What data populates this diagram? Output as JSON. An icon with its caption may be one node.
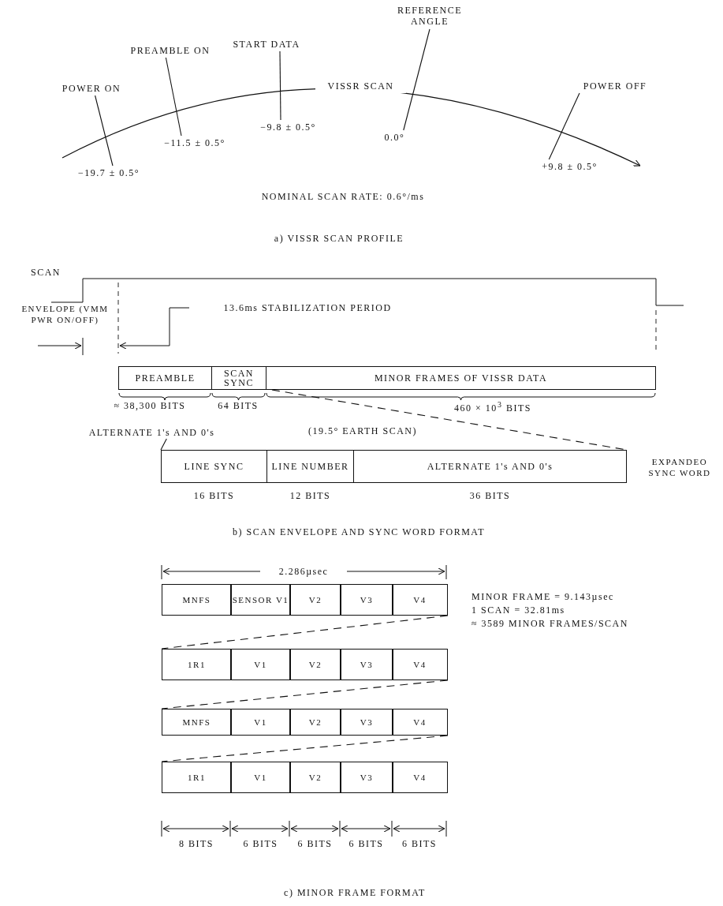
{
  "diagram": {
    "nodes": [
      {
        "text": [
          "POWER ON"
        ]
      },
      {
        "text": [
          "PREAMBLE ON"
        ]
      },
      {
        "text": [
          "START DATA"
        ]
      },
      {
        "text": [
          "REFERENCE ANGLE"
        ]
      },
      {
        "text": [
          "POWER OFF"
        ]
      },
      {
        "text": [
          "−19.7 ± 0.5°"
        ]
      },
      {
        "text": [
          "−11.5 ± 0.5°"
        ]
      },
      {
        "text": [
          "−9.8 ± 0.5°"
        ]
      },
      {
        "text": [
          "0.0°"
        ]
      },
      {
        "text": [
          "+9.8 ± 0.5°"
        ]
      },
      {
        "text": [
          "PREAMBLE"
        ],
        "beside": [
          "≈ 38,300 BITS"
        ]
      },
      {
        "text": [
          "SCAN SYNC"
        ],
        "beside": [
          "64 BITS"
        ]
      },
      {
        "text": [
          "MINOR FRAMES OF VISSR DATA"
        ],
        "beside": [
          "460 × 10$^{3}$ BITS"
        ]
      },
      {
        "text": [
          "ALTERNATE 1's AND 0's"
        ]
      },
      {
        "text": [
          "LINE SYNC"
        ],
        "beside": [
          "16 BITS"
        ]
      },
      {
        "text": [
          "LINE NUMBER"
        ],
        "beside": [
          "12 BITS"
        ]
      },
      {
        "text": [
          "ALTERNATE 1's AND 0's"
        ],
        "beside": [
          "36 BITS"
        ]
      },
      {
        "text": [
          "MNFS"
        ]
      },
      {
        "text": [
          "SENSOR V1"
        ]
      },
      {
        "text": [
          "V2"
        ]
      },
      {
        "text": [
          "V3"
        ]
      },
      {
        "text": [
          "V4"
        ]
      },
      {
        "text": [
          "1R1"
        ]
      },
      {
        "text": [
          "V1"
        ]
      },
      {
        "text": [
          "V2"
        ]
      },
      {
        "text": [
          "V3"
        ]
      },
      {
        "text": [
          "V4"
        ]
      },
      {
        "text": [
          "MNFS"
        ]
      },
      {
        "text": [
          "V1"
        ]
      },
      {
        "text": [
          "V2"
        ]
      },
      {
        "text": [
          "V3"
        ]
      },
      {
        "text": [
          "V4"
        ]
      },
      {
        "text": [
          "1R1"
        ]
      },
      {
        "text": [
          "V1"
        ]
      },
      {
        "text": [
          "V2"
        ]
      },
      {
        "text": [
          "V3"
        ]
      },
      {
        "text": [
          "V4"
        ]
      }
    ],
    "edges": [
      {
        "from": 0,
        "to": 5,
        "arrow": "none"
      },
      {
        "from": 1,
        "to": 6,
        "arrow": "none"
      },
      {
        "from": 2,
        "to": 7,
        "arrow": "none"
      },
      {
        "from": 3,
        "to": 8,
        "arrow": "none"
      },
      {
        "from": 4,
        "to": 9,
        "arrow": "none"
      },
      {
        "from": 12,
        "to": 16,
        "arrow": "none",
        "style": "dashed"
      },
      {
        "from": 13,
        "to": 14,
        "arrow": "none"
      },
      {
        "from": 21,
        "to": 22,
        "arrow": "none",
        "style": "dashed"
      },
      {
        "from": 26,
        "to": 27,
        "arrow": "none",
        "style": "dashed"
      },
      {
        "from": 31,
        "to": 32,
        "arrow": "none",
        "style": "dashed"
      }
    ],
    "labels": [
      "VISSR SCAN",
      "NOMINAL SCAN RATE: 0.6°/ms",
      "a) VISSR SCAN PROFILE",
      "SCAN",
      "ENVELOPE (VMM PWR ON/OFF)",
      "13.6ms STABILIZATION PERIOD",
      "(19.5° EARTH SCAN)",
      "EXPANDEO SYNC WORD",
      "b) SCAN ENVELOPE AND SYNC WORD FORMAT",
      "2.286µsec",
      "MINOR FRAME = 9.143µsec",
      "1 SCAN = 32.81ms",
      "≈ 3589 MINOR FRAMES/SCAN",
      "8 BITS",
      "6 BITS",
      "6 BITS",
      "6 BITS",
      "6 BITS",
      "c) MINOR FRAME FORMAT"
    ]
  }
}
